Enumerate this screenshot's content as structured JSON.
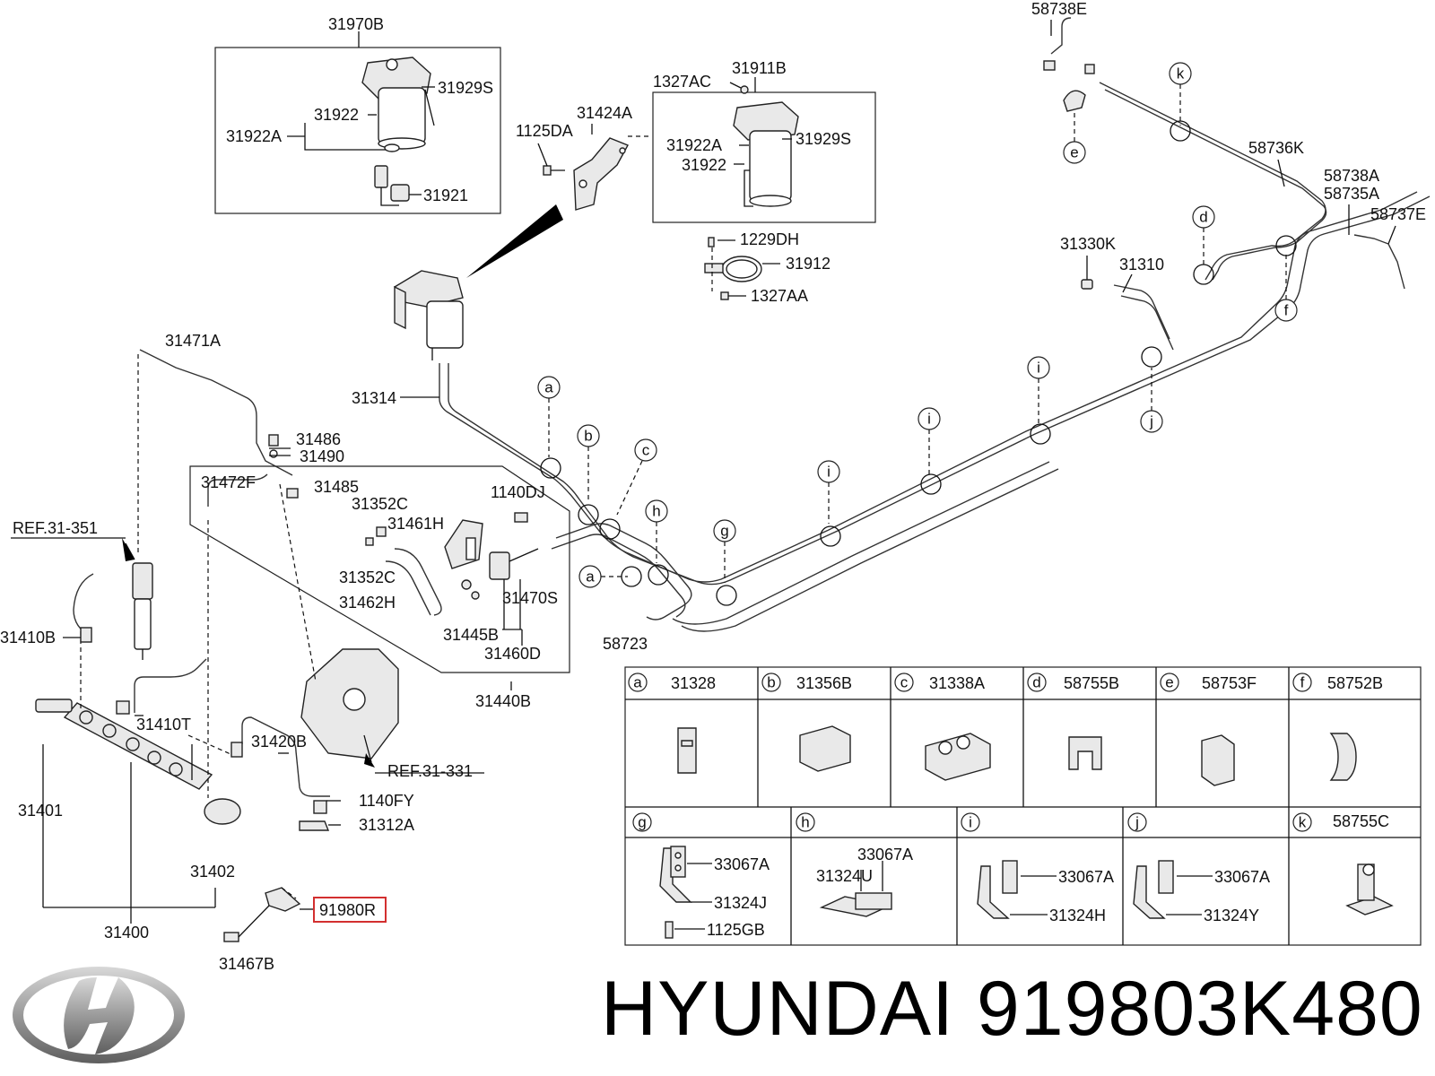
{
  "labels": {
    "l31970B": "31970B",
    "l31929S_a": "31929S",
    "l31922": "31922",
    "l31922A": "31922A",
    "l31921": "31921",
    "l58738E": "58738E",
    "l1327AC": "1327AC",
    "l31911B": "31911B",
    "l1125DA": "1125DA",
    "l31424A": "31424A",
    "l31922A_b": "31922A",
    "l31929S_b": "31929S",
    "l31922_b": "31922",
    "l1229DH": "1229DH",
    "l31912": "31912",
    "l1327AA": "1327AA",
    "l58736K": "58736K",
    "l58738A": "58738A",
    "l58735A": "58735A",
    "l58737E": "58737E",
    "l31330K": "31330K",
    "l31310": "31310",
    "l31471A": "31471A",
    "l31314": "31314",
    "l31486": "31486",
    "l31490": "31490",
    "l31472F": "31472F",
    "l31485": "31485",
    "l1140DJ": "1140DJ",
    "l31352C_a": "31352C",
    "l31461H": "31461H",
    "lREF31351": "REF.31-351",
    "l31352C_b": "31352C",
    "l31462H": "31462H",
    "l31470S": "31470S",
    "l31445B": "31445B",
    "l31460D": "31460D",
    "l58723": "58723",
    "l31410B": "31410B",
    "l31440B": "31440B",
    "l31410T": "31410T",
    "l31420B": "31420B",
    "lREF31331": "REF.31-331",
    "l1140FY": "1140FY",
    "l31312A": "31312A",
    "l31401": "31401",
    "l31402": "31402",
    "l91980R": "91980R",
    "l31400": "31400",
    "l31467B": "31467B"
  },
  "callouts": {
    "a": "a",
    "b": "b",
    "c": "c",
    "d": "d",
    "e": "e",
    "f": "f",
    "g": "g",
    "h": "h",
    "i": "i",
    "j": "j",
    "k": "k"
  },
  "parts_table": {
    "row1": [
      {
        "key": "a",
        "part": "31328"
      },
      {
        "key": "b",
        "part": "31356B"
      },
      {
        "key": "c",
        "part": "31338A"
      },
      {
        "key": "d",
        "part": "58755B"
      },
      {
        "key": "e",
        "part": "58753F"
      },
      {
        "key": "f",
        "part": "58752B"
      }
    ],
    "row2": [
      {
        "key": "g",
        "part_a": "33067A",
        "part_b": "31324J",
        "part_c": "1125GB"
      },
      {
        "key": "h",
        "part_a": "33067A",
        "part_b": "31324U"
      },
      {
        "key": "i",
        "part_a": "33067A",
        "part_b": "31324H"
      },
      {
        "key": "j",
        "part_a": "33067A",
        "part_b": "31324Y"
      },
      {
        "key": "k",
        "part": "58755C"
      }
    ]
  },
  "brand": {
    "caption": "HYUNDAI 919803K480",
    "highlight_color": "#d32f2f"
  }
}
